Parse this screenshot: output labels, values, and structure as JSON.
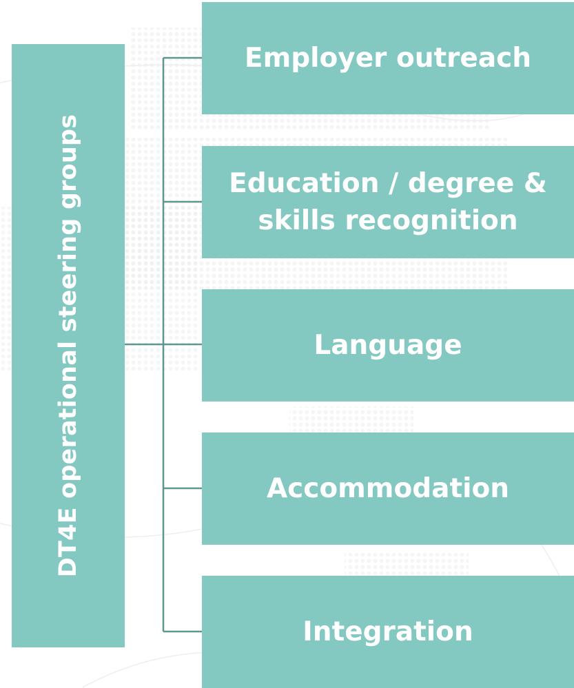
{
  "diagram": {
    "root": {
      "label": "DT4E operational steering groups"
    },
    "children": [
      {
        "label": "Employer outreach"
      },
      {
        "label": "Education / degree & skills recognition"
      },
      {
        "label": "Language"
      },
      {
        "label": "Accommodation"
      },
      {
        "label": "Integration"
      }
    ]
  },
  "colors": {
    "box_fill": "#84c9c1",
    "connector": "#5e9690",
    "text": "#ffffff"
  }
}
